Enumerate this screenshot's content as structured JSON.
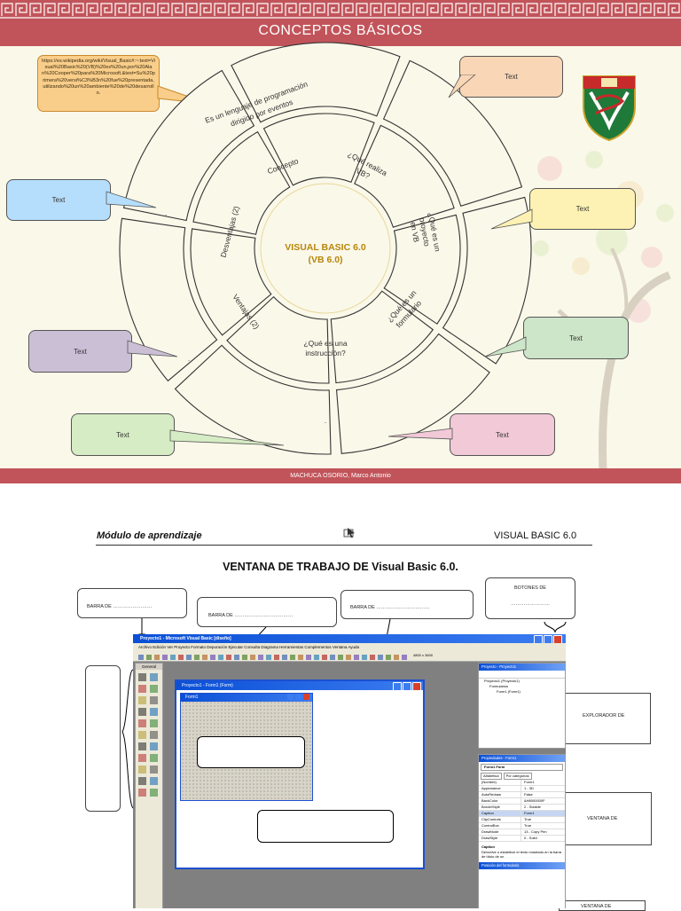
{
  "slide": {
    "title": "CONCEPTOS BÁSICOS",
    "footer": "MACHUCA OSORIO, Marco Antonio",
    "url_callout": "https://es.wikipedia.org/wiki/Visual_Basic#:~:text=Visual%20Basic%20(VB)%20es%20un,por%20Alan%20Cooper%20para%20Microsoft.&text=Su%20primera%20versi%C3%B3n%20fue%20presentada,utilizando%20un%20ambiente%20de%20desarrollo.",
    "callouts": {
      "top_right": "Text",
      "left_blue": "Text",
      "right_yellow": "Text",
      "left_purple": "Text",
      "right_green": "Text",
      "bottom_green": "Text",
      "bottom_pink": "Text"
    },
    "center_line1": "VISUAL BASIC 6.0",
    "center_line2": "(VB 6.0)",
    "inner": {
      "concepto": "Concepto",
      "que_realiza_1": "¿Qué realiza",
      "que_realiza_2": "VB?",
      "proyecto_1": "¿Qué es un",
      "proyecto_2": "proyecto",
      "proyecto_3": "en VB",
      "formulario_1": "¿Qué es un",
      "formulario_2": "formulario",
      "instruccion_1": "¿Qué es una",
      "instruccion_2": "instrucción?",
      "ventajas": "Ventajas (2)",
      "desventajas": "Desventajas (2)"
    },
    "outer_concepto_1": "Es un lenguaje de programación",
    "outer_concepto_2": "dirigido por eventos",
    "outer_dot": "."
  },
  "doc": {
    "modulo": "Módulo de aprendizaje",
    "header_right": "VISUAL BASIC 6.0",
    "heading": "VENTANA DE TRABAJO DE Visual Basic 6.0.",
    "labels": {
      "barra1": "BARRA DE ……………………",
      "barra2": "BARRA DE ………………………………",
      "barra3": "BARRA DE ……………………………",
      "botones": "BOTONES DE",
      "botones_dots": "……………………",
      "explorador": "EXPLORADOR DE",
      "ventana": "VENTANA DE",
      "ventana2": "VENTANA DE"
    },
    "ide": {
      "title": "Proyecto1 - Microsoft Visual Basic [diseño]",
      "menu": "Archivo  Edición  Ver  Proyecto  Formato  Depuración  Ejecutar  Consulta  Diagrama  Herramientas  Complementos  Ventana  Ayuda",
      "coords": "4800 x 3600",
      "toolbox_title": "General",
      "child_title": "Proyecto1 - Form1 (Form)",
      "form_title": "Form1",
      "project_title": "Proyecto - Proyecto1",
      "project_tree_1": "Proyecto1 (Proyecto1)",
      "project_tree_2": "Formularios",
      "project_tree_3": "Form1 (Form1)",
      "props_title": "Propiedades - Form1",
      "props_object": "Form1 Form",
      "tab_alfa": "Alfabética",
      "tab_cat": "Por categorías",
      "props_rows": [
        [
          "(Nombre)",
          "Form1"
        ],
        [
          "Appearance",
          "1 - 3D"
        ],
        [
          "AutoRedraw",
          "False"
        ],
        [
          "BackColor",
          "&H8000000F"
        ],
        [
          "BorderStyle",
          "2 - Sizable"
        ],
        [
          "Caption",
          "Form1"
        ],
        [
          "ClipControls",
          "True"
        ],
        [
          "ControlBox",
          "True"
        ],
        [
          "DrawMode",
          "13 - Copy Pen"
        ],
        [
          "DrawStyle",
          "0 - Solid"
        ]
      ],
      "caption_head": "Caption",
      "caption_desc": "Devuelve o establece el texto mostrado en la barra de título de un",
      "form_pos": "Posición del formulario"
    }
  }
}
